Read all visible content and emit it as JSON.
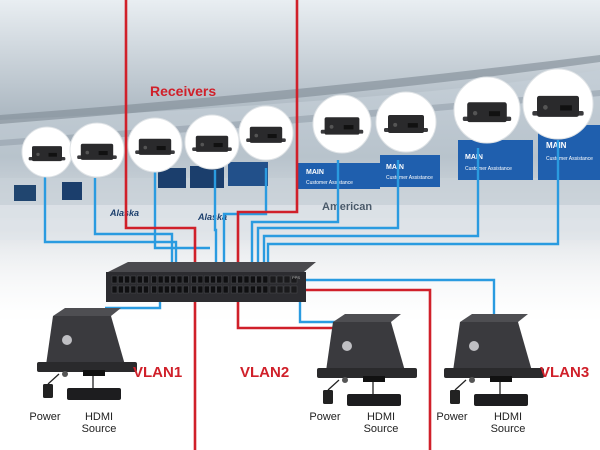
{
  "title": "Receivers",
  "vlans": [
    "VLAN1",
    "VLAN2",
    "VLAN3"
  ],
  "power_label": "Power",
  "source_label": [
    "HDMI",
    "Source"
  ],
  "signs": {
    "main": "MAIN",
    "customer_assistance": "Customer Assistance",
    "american": "American",
    "alaska": "Alaska"
  },
  "colors": {
    "vlan_red": "#d0202a",
    "vlan_blue": "#2a9be0",
    "device": "#2a2a2c"
  }
}
